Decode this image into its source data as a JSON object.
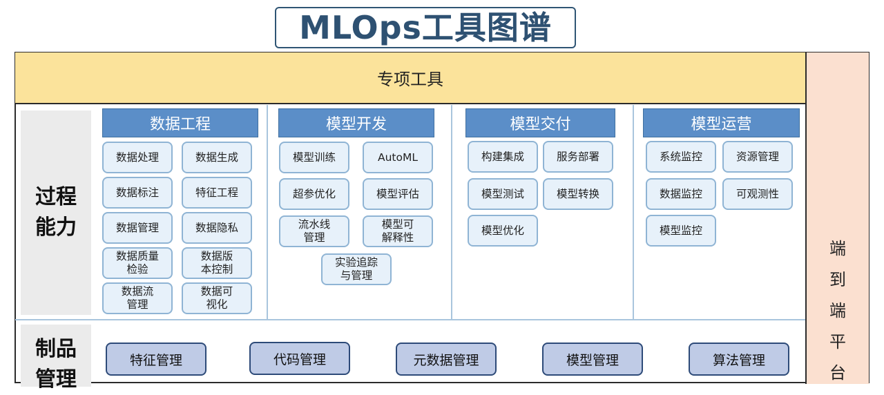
{
  "title": "MLOps工具图谱",
  "top_band": "专项工具",
  "right_col": [
    "端",
    "到",
    "端",
    "平",
    "台"
  ],
  "process_label": [
    "过程",
    "能力"
  ],
  "artifact_label": [
    "制品",
    "管理"
  ],
  "categories": [
    {
      "title": "数据工程",
      "tools": [
        "数据处理",
        "数据生成",
        "数据标注",
        "特征工程",
        "数据管理",
        "数据隐私",
        "数据质量\n检验",
        "数据版\n本控制",
        "数据流\n管理",
        "数据可\n视化"
      ]
    },
    {
      "title": "模型开发",
      "tools": [
        "模型训练",
        "AutoML",
        "超参优化",
        "模型评估",
        "流水线\n管理",
        "模型可\n解释性",
        "实验追踪\n与管理"
      ]
    },
    {
      "title": "模型交付",
      "tools": [
        "构建集成",
        "服务部署",
        "模型测试",
        "模型转换",
        "模型优化"
      ]
    },
    {
      "title": "模型运营",
      "tools": [
        "系统监控",
        "资源管理",
        "数据监控",
        "可观测性",
        "模型监控"
      ]
    }
  ],
  "artifacts": [
    "特征管理",
    "代码管理",
    "元数据管理",
    "模型管理",
    "算法管理"
  ]
}
